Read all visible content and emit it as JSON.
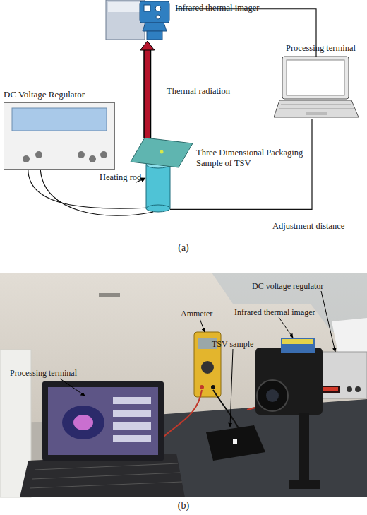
{
  "diagram": {
    "nodes": [
      {
        "text": [
          "Infrared thermal imager"
        ]
      },
      {
        "text": [
          "Processing terminal"
        ]
      },
      {
        "text": [
          "DC Voltage Regulator"
        ]
      },
      {
        "text": [
          "Three Dimensional Packaging Sample of TSV"
        ]
      },
      {
        "text": [
          "Heating rod"
        ]
      }
    ],
    "edges": [
      {
        "from": 0,
        "to": 1,
        "arrow": "none"
      },
      {
        "from": 3,
        "to": 0,
        "label": "Thermal radiation",
        "arrow": "to"
      },
      {
        "from": 1,
        "to": 4,
        "label": "Adjustment distance",
        "arrow": "none"
      },
      {
        "from": 2,
        "to": 4,
        "arrow": "none"
      },
      {
        "from": 2,
        "to": 4,
        "arrow": "none"
      }
    ],
    "labels": [
      "(a)",
      "DC voltage regulator",
      "Infrared thermal imager",
      "Ammeter",
      "TSV sample",
      "Processing terminal",
      "(b)"
    ]
  }
}
